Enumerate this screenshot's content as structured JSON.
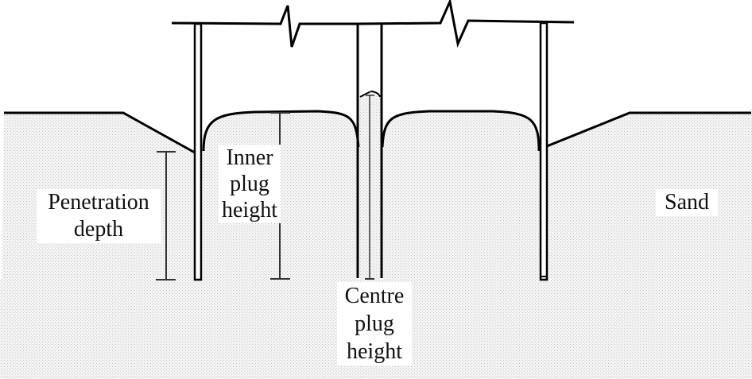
{
  "figure": {
    "type": "schematic",
    "subject": "Pile penetration into sand with inner and centre soil plugs",
    "colors": {
      "line": "#000000",
      "sand_fill": "#f1f1f1",
      "sand_dots": "#c8c8c8",
      "background": "#ffffff",
      "label_background": "#ffffff"
    }
  },
  "labels": {
    "penetration_depth": [
      "Penetration",
      "depth"
    ],
    "inner_plug_height": [
      "Inner",
      "plug",
      "height"
    ],
    "centre_plug_height": [
      "Centre",
      "plug",
      "height"
    ],
    "sand": "Sand"
  },
  "components": [
    {
      "name": "top-cap-beam",
      "note": "horizontal cap with two break (zig-zag) symbols"
    },
    {
      "name": "outer-pile-wall-left"
    },
    {
      "name": "outer-pile-wall-right"
    },
    {
      "name": "centre-tube"
    },
    {
      "name": "inner-soil-plug-left"
    },
    {
      "name": "inner-soil-plug-right"
    },
    {
      "name": "centre-soil-plug"
    },
    {
      "name": "penetration-depth-dimension"
    },
    {
      "name": "inner-plug-height-dimension"
    },
    {
      "name": "centre-plug-height-dimension"
    }
  ]
}
